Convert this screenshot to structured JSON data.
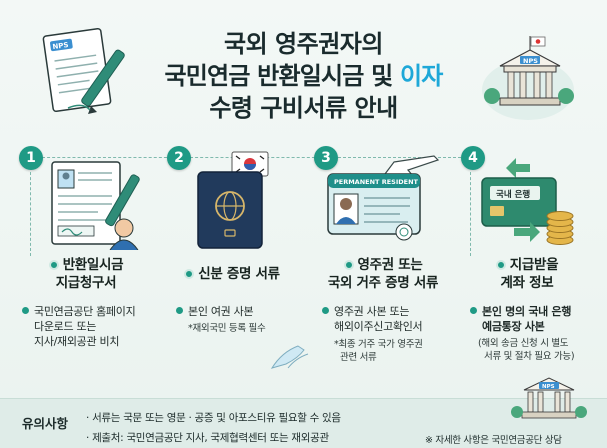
{
  "title": {
    "line1": "국외 영주권자의",
    "line2_pre": "국민연금 반환일시금 및 ",
    "line2_hl": "이자",
    "line3": "수령 구비서류 안내"
  },
  "decor": {
    "nps_left": "NPS",
    "nps_right": "NPS"
  },
  "steps": [
    {
      "num": "1",
      "title_l1": "반환일시금",
      "title_l2": "지급청구서",
      "desc_l1": "국민연금공단 홈페이지",
      "desc_l2": "다운로드 또는",
      "desc_l3": "지사/재외공관 비치"
    },
    {
      "num": "2",
      "title_l1": "신분 증명 서류",
      "desc_l1": "본인 여권 사본",
      "note_l1": "*재외국민 등록 필수"
    },
    {
      "num": "3",
      "title_l1": "영주권 또는",
      "title_l2": "국외 거주 증명 서류",
      "card_label": "PERMANENT RESIDENT",
      "desc_l1": "영주권 사본 또는",
      "desc_l2": "해외이주신고확인서",
      "note_l1": "*최종 거주 국가 영주권",
      "note_l2": "관련 서류"
    },
    {
      "num": "4",
      "title_l1": "지급받을",
      "title_l2": "계좌 정보",
      "card_label": "국내 은행",
      "desc_l1": "본인 명의 국내 은행",
      "desc_l2": "예금통장 사본",
      "note_l1": "(해외 송금 신청 시 별도",
      "note_l2": "서류 및 절차 필요 가능)"
    }
  ],
  "footer": {
    "label": "유의사항",
    "line1": "· 서류는 국문 또는 영문 · 공증 및 아포스티유 필요할 수 있음",
    "line2_pre": "· 제출처: ",
    "line2_rest": "국민연금공단 지사, 국제협력센터 또는 재외공관",
    "right": "※ 자세한 사항은 국민연금공단 상담",
    "bldg_label": "NPS"
  },
  "colors": {
    "accent": "#1f9a85",
    "highlight": "#1ea8d8",
    "ink": "#1a2b2d"
  }
}
